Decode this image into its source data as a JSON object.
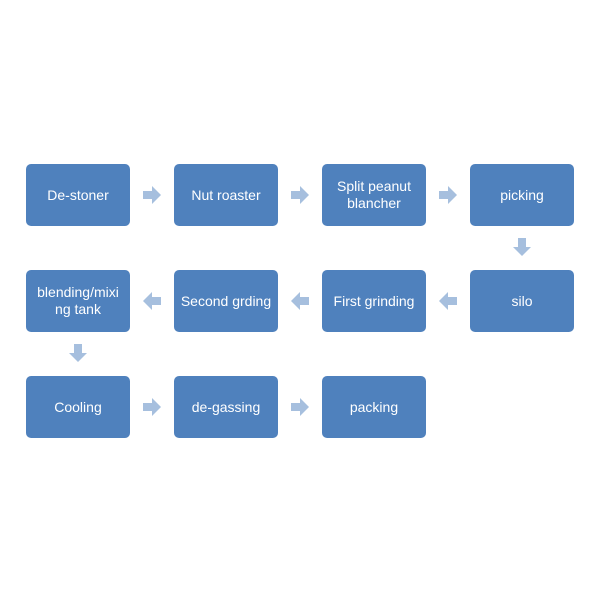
{
  "colors": {
    "box_fill": "#4f81bd",
    "box_text": "#ffffff",
    "arrow_fill": "#a6bfde"
  },
  "steps": [
    {
      "label": "De-stoner"
    },
    {
      "label": "Nut roaster"
    },
    {
      "label": "Split peanut\nblancher"
    },
    {
      "label": "picking"
    },
    {
      "label": "silo"
    },
    {
      "label": "First grinding"
    },
    {
      "label": "Second grding"
    },
    {
      "label": "blending/mixi\nng tank"
    },
    {
      "label": "Cooling"
    },
    {
      "label": "de-gassing"
    },
    {
      "label": "packing"
    }
  ],
  "arrows": [
    {
      "direction": "right"
    },
    {
      "direction": "right"
    },
    {
      "direction": "right"
    },
    {
      "direction": "down"
    },
    {
      "direction": "left"
    },
    {
      "direction": "left"
    },
    {
      "direction": "left"
    },
    {
      "direction": "down"
    },
    {
      "direction": "right"
    },
    {
      "direction": "right"
    }
  ]
}
